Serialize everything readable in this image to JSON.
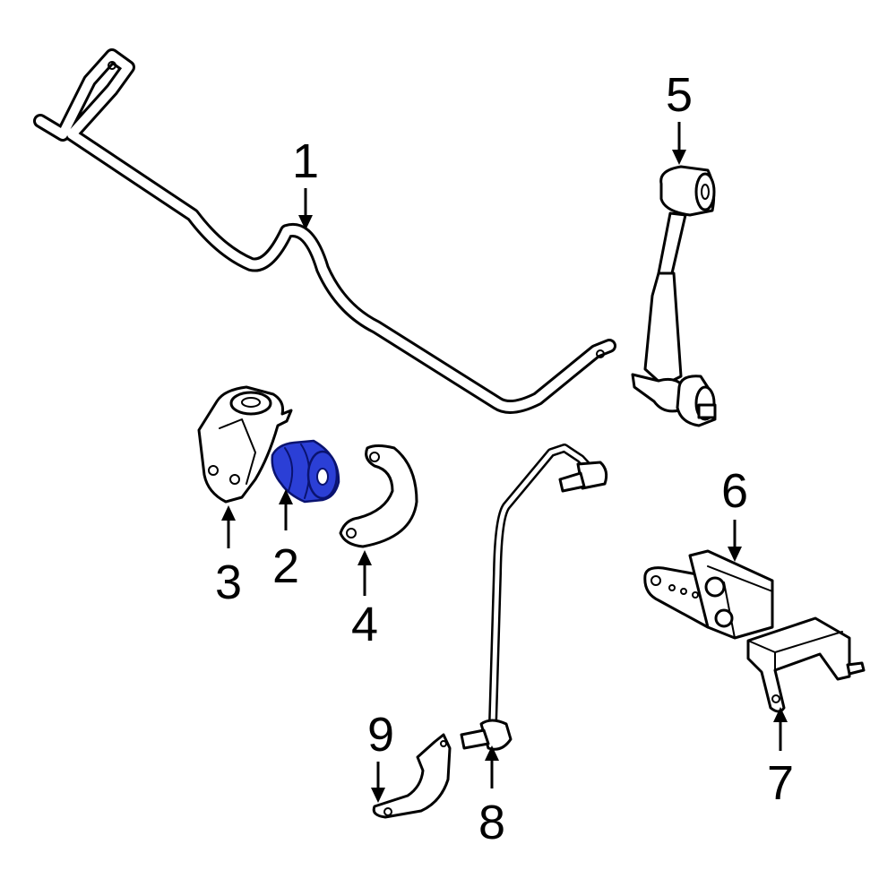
{
  "diagram": {
    "highlight_color": "#2b3fd6",
    "highlighted_part": "2",
    "callouts": {
      "p1": "1",
      "p2": "2",
      "p3": "3",
      "p4": "4",
      "p5": "5",
      "p6": "6",
      "p7": "7",
      "p8": "8",
      "p9": "9"
    }
  }
}
